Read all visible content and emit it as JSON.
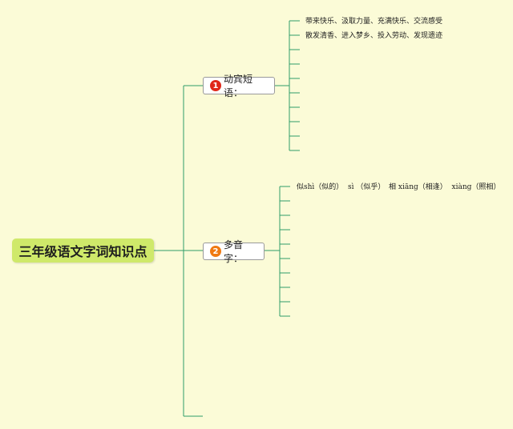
{
  "root": {
    "title": "三年级语文字词知识点"
  },
  "branches": [
    {
      "number": "1",
      "badge_color": "#e0281a",
      "label": "动宾短语：",
      "items": [
        "带来快乐、汲取力量、充满快乐、交流感受",
        "散发清香、进入梦乡、投入劳动、发现遗迹"
      ]
    },
    {
      "number": "2",
      "badge_color": "#f07a12",
      "label": "多音字：",
      "items": [
        {
          "char": "似",
          "parts": [
            "shì（似的）",
            "sì （似乎）"
          ]
        },
        {
          "char": "相",
          "parts": [
            "xiāng（相逢）",
            "xiàng（照相）"
          ]
        }
      ]
    }
  ],
  "colors": {
    "line": "#2f9e6a",
    "background": "#fbfbd7",
    "root_fill": "#cfe96a"
  }
}
